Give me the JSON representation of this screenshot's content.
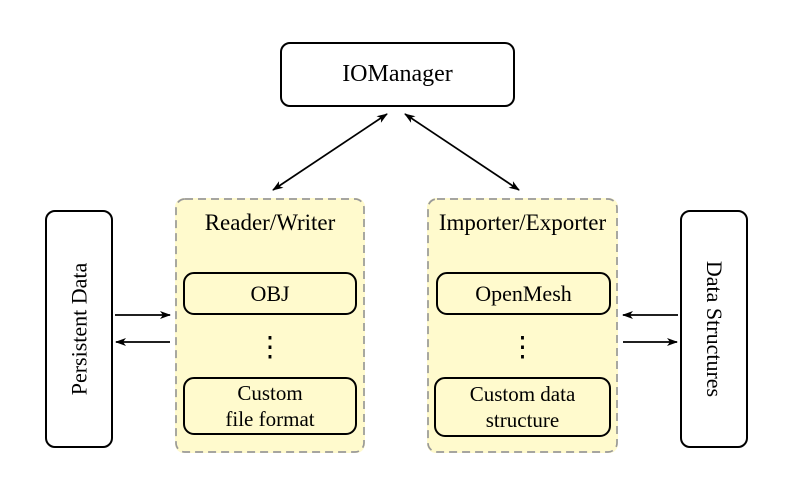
{
  "colors": {
    "group_fill": "#FFFACD",
    "group_border": "#999999",
    "node_border": "#000000",
    "arrow": "#000000",
    "background": "#FFFFFF"
  },
  "nodes": {
    "iomanager": {
      "label": "IOManager"
    },
    "persistent_data": {
      "label": "Persistent Data"
    },
    "data_structures": {
      "label": "Data Structures"
    }
  },
  "groups": {
    "reader_writer": {
      "title": "Reader/Writer",
      "ellipsis": "⋮",
      "items": [
        {
          "label": "OBJ"
        },
        {
          "label": "Custom\nfile format"
        }
      ]
    },
    "importer_exporter": {
      "title": "Importer/Exporter",
      "ellipsis": "⋮",
      "items": [
        {
          "label": "OpenMesh"
        },
        {
          "label": "Custom data\nstructure"
        }
      ]
    }
  },
  "edges": [
    {
      "from": "IOManager",
      "to": "Reader/Writer",
      "style": "double-headed"
    },
    {
      "from": "IOManager",
      "to": "Importer/Exporter",
      "style": "double-headed"
    },
    {
      "from": "Persistent Data",
      "to": "Reader/Writer",
      "style": "single"
    },
    {
      "from": "Reader/Writer",
      "to": "Persistent Data",
      "style": "single"
    },
    {
      "from": "Data Structures",
      "to": "Importer/Exporter",
      "style": "single"
    },
    {
      "from": "Importer/Exporter",
      "to": "Data Structures",
      "style": "single"
    }
  ]
}
